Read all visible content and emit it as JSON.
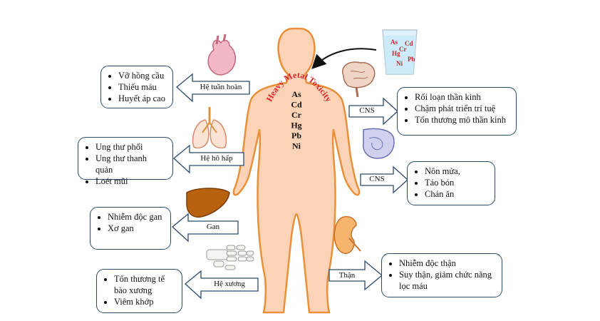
{
  "title_arc": "Heavy Metal Toxicity",
  "metals_body": [
    "As",
    "Cd",
    "Cr",
    "Hg",
    "Pb",
    "Ni"
  ],
  "glass_metals": [
    "As",
    "Cd",
    "Cr",
    "Hg",
    "Pb",
    "Ni"
  ],
  "organs": {
    "circulatory": {
      "label": "Hệ tuần hoàn",
      "effects": [
        "Vỡ hồng cầu",
        "Thiếu máu",
        "Huyết áp cao"
      ]
    },
    "respiratory": {
      "label": "Hệ hô hấp",
      "effects": [
        "Ung thư phổi",
        "Ung thư thanh quản",
        "Loét mũi"
      ]
    },
    "liver": {
      "label": "Gan",
      "effects": [
        "Nhiễm độc gan",
        "Xơ gan"
      ]
    },
    "skeletal": {
      "label": "Hệ xương",
      "effects": [
        "Tổn thương tế bào xương",
        "Viêm khớp"
      ]
    },
    "nervous": {
      "label": "CNS",
      "effects": [
        "Rối loạn thần kinh",
        "Chậm phát triển trí tuệ",
        "Tổn thương mô thần kinh"
      ]
    },
    "digestive": {
      "label": "CNS",
      "effects": [
        "Nôn mửa,",
        "Táo bón",
        "Chán ăn"
      ]
    },
    "kidney": {
      "label": "Thận",
      "effects": [
        "Nhiễm độc thận",
        "Suy thận, giảm chức năng lọc máu"
      ]
    }
  },
  "colors": {
    "body_fill": "#fcd3b6",
    "body_stroke": "#e8903a",
    "title_red": "#e0252a",
    "box_border": "#2a4a6e",
    "arrow": "#2a4a6e"
  }
}
